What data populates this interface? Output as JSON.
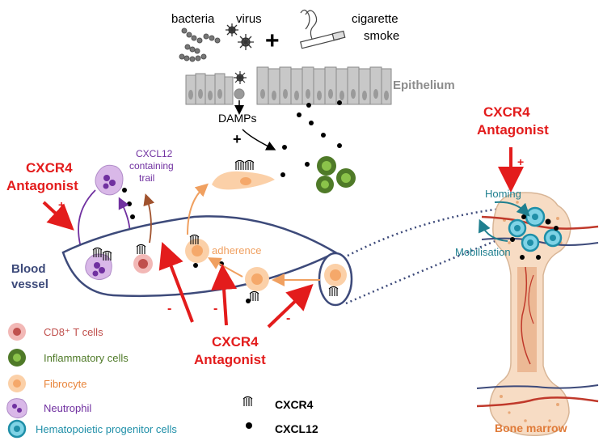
{
  "top": {
    "bacteria": "bacteria",
    "virus": "virus",
    "plus": "+",
    "cigarette_line1": "cigarette",
    "cigarette_line2": "smoke"
  },
  "epithelium": "Epithelium",
  "damps": "DAMPs",
  "damps_plus": "+",
  "trail": {
    "line1": "CXCL12",
    "line2": "containing",
    "line3": "trail"
  },
  "antagonist_left": {
    "line1": "CXCR4",
    "line2": "Antagonist",
    "sign": "+"
  },
  "antagonist_right": {
    "line1": "CXCR4",
    "line2": "Antagonist",
    "sign": "+"
  },
  "antagonist_bottom": {
    "line1": "CXCR4",
    "line2": "Antagonist"
  },
  "minus": "-",
  "blood_vessel": {
    "line1": "Blood",
    "line2": "vessel"
  },
  "adherence": "adherence",
  "homing": "Homing",
  "mobilisation": "Mobilisation",
  "bone_marrow": "Bone marrow",
  "legend_cells": [
    {
      "label": "CD8⁺ T cells",
      "color": "#c0504d",
      "fill": "#f2b8b6"
    },
    {
      "label": "Inflammatory cells",
      "color": "#4f7a28",
      "fill": "#8bc34a"
    },
    {
      "label": "Fibrocyte",
      "color": "#e8843a",
      "fill": "#fbd0a8"
    },
    {
      "label": "Neutrophil",
      "color": "#7030a0",
      "fill": "#d9b8e8"
    },
    {
      "label": "Hematopoietic progenitor cells",
      "color": "#1f8fa8",
      "fill": "#7fd3e6"
    }
  ],
  "legend_markers": [
    {
      "label": "CXCR4",
      "icon": "receptor-icon"
    },
    {
      "label": "CXCL12",
      "icon": "dot-icon"
    }
  ],
  "colors": {
    "red": "#e31c1c",
    "purple": "#7030a0",
    "orange": "#f0a060",
    "teal": "#1f7f8f",
    "vessel": "#3d4a7a",
    "gray": "#8c8c8c",
    "bone_text": "#e07b39"
  }
}
